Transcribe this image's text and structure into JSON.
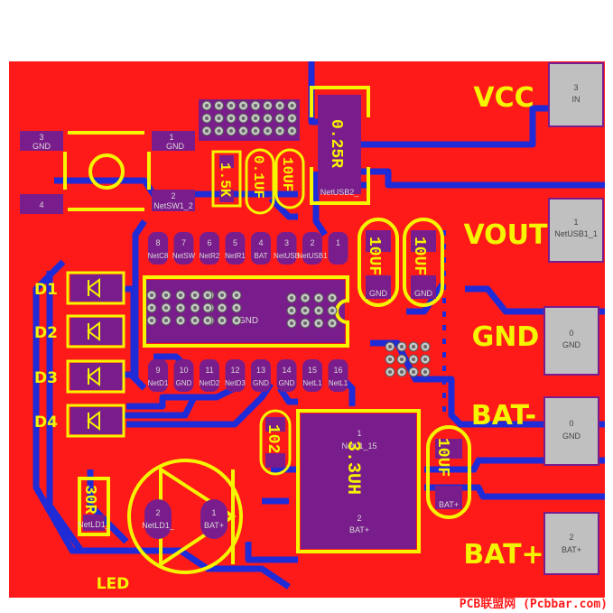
{
  "board": {
    "copper_color": "#ff1a1a",
    "trace_color": "#1f2bd6",
    "pad_color": "#7a1d8c",
    "silk_color": "#f5f500",
    "terminal_color": "#c0c0c0"
  },
  "terminals": [
    {
      "id": "vcc",
      "label": "VCC",
      "pin": "3",
      "net": "IN"
    },
    {
      "id": "vout",
      "label": "VOUT",
      "pin": "1",
      "net": "NetUSB1_1"
    },
    {
      "id": "gnd",
      "label": "GND",
      "pin": "0",
      "net": "GND"
    },
    {
      "id": "bat-minus",
      "label": "BAT-",
      "pin": "0",
      "net": "GND"
    },
    {
      "id": "bat-plus",
      "label": "BAT+",
      "pin": "2",
      "net": "BAT+"
    }
  ],
  "switch": {
    "pads": [
      {
        "pin": "3",
        "net": "GND"
      },
      {
        "pin": "1",
        "net": "GND"
      },
      {
        "pin": "4",
        "net": ""
      },
      {
        "pin": "2",
        "net": "NetSW1_2"
      }
    ]
  },
  "components": {
    "c_top": "0.1UF",
    "c_top2": "10UF",
    "r_top": "1.5K",
    "r_sense": "0.25R",
    "r_sense_net": "NetUSB2_",
    "c_mid1": "10UF",
    "c_mid2": "10UF",
    "r_bottom": "102",
    "inductor": "3.3UH",
    "inductor_pad1": "1",
    "inductor_pad1_net": "NetL1_15",
    "inductor_pad2": "2",
    "inductor_pad2_net": "BAT+",
    "c_bottom": "10UF",
    "c_bottom_net": "BAT+",
    "r_led": "30R",
    "r_led_net": "NetLD1_",
    "led_label": "LED",
    "led_pad1": "2",
    "led_pad1_net": "NetLD1_",
    "led_pad2": "1",
    "led_pad2_net": "BAT+"
  },
  "diodes": [
    "D1",
    "D2",
    "D3",
    "D4"
  ],
  "ic": {
    "top_pins": [
      "8",
      "7",
      "6",
      "5",
      "4",
      "3",
      "2",
      "1"
    ],
    "top_nets": [
      "NetC8",
      "NetSW",
      "NetR2",
      "NetR1",
      "BAT",
      "NetUSB",
      "NetUSB1",
      ""
    ],
    "bottom_pins": [
      "9",
      "10",
      "11",
      "12",
      "13",
      "14",
      "15",
      "16"
    ],
    "bottom_nets": [
      "NetD1",
      "GND",
      "NetD2",
      "NetD3",
      "GND",
      "GND",
      "NetL1",
      "NetL1"
    ],
    "center_net": "GND",
    "cap_mid_net": "GND"
  },
  "credit": "PCB联盟网 (Pcbbar.com)"
}
